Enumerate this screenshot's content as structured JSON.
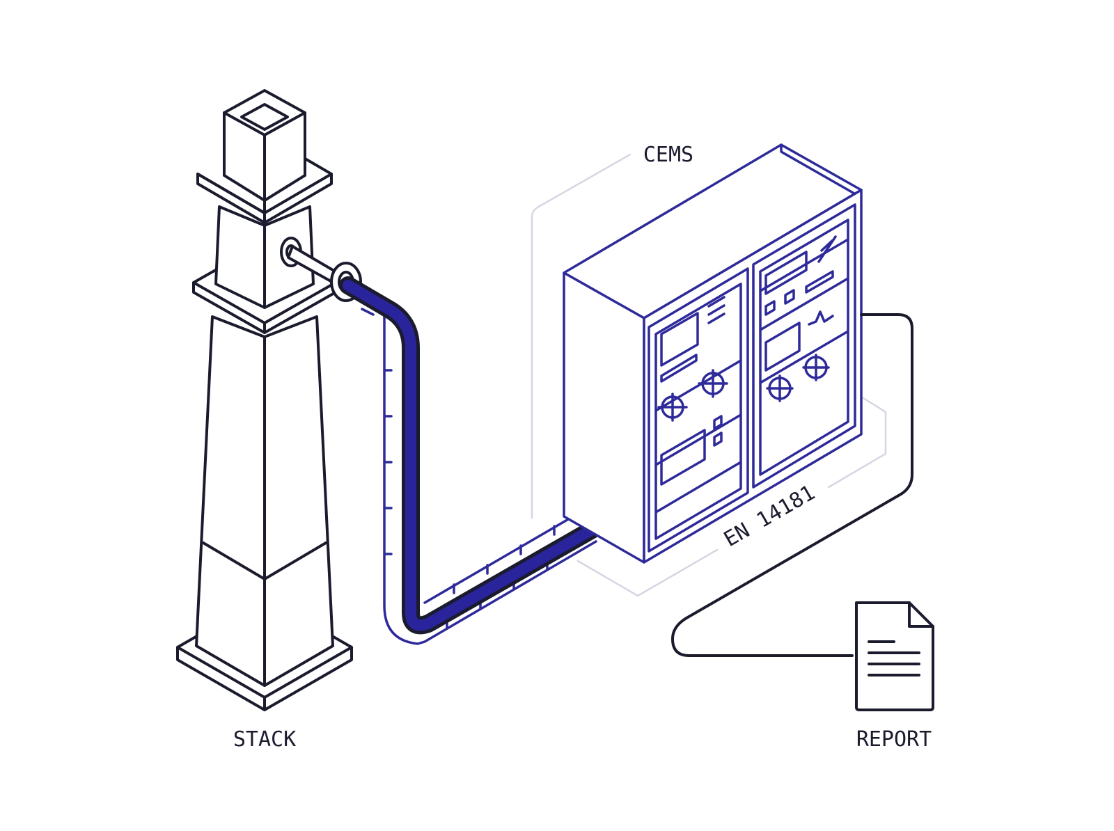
{
  "labels": {
    "stack": "STACK",
    "cems": "CEMS",
    "standard": "EN 14181",
    "report": "REPORT"
  },
  "colors": {
    "ink": "#1b1b2e",
    "accent": "#2e2a9a",
    "hose": "#2a249c",
    "guide": "#d6d6e4",
    "background": "#ffffff"
  },
  "icons": [
    "chimney-stack-icon",
    "analyzer-cabinet-icon",
    "document-icon"
  ]
}
